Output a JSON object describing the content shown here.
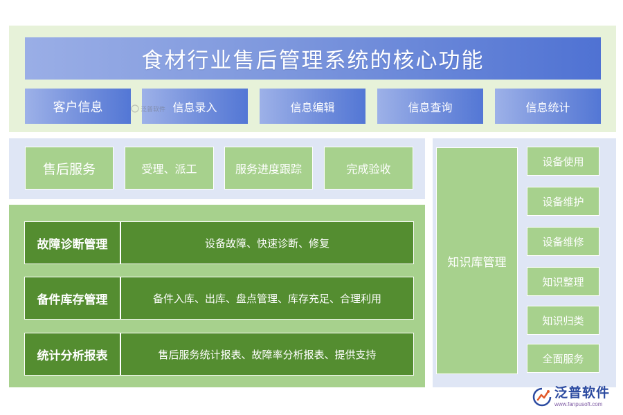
{
  "title": "食材行业售后管理系统的核心功能",
  "info_buttons": [
    "客户信息",
    "信息录入",
    "信息编辑",
    "信息查询",
    "信息统计"
  ],
  "service": {
    "label": "售后服务",
    "steps": [
      "受理、派工",
      "服务进度跟踪",
      "完成验收"
    ]
  },
  "modules": [
    {
      "name": "故障诊断管理",
      "desc": "设备故障、快速诊断、修复"
    },
    {
      "name": "备件库存管理",
      "desc": "备件入库、出库、盘点管理、库存充足、合理利用"
    },
    {
      "name": "统计分析报表",
      "desc": "售后服务统计报表、故障率分析报表、提供支持"
    }
  ],
  "knowledge_base": {
    "label": "知识库管理",
    "items": [
      "设备使用",
      "设备维护",
      "设备维修",
      "知识整理",
      "知识归类",
      "全面服务"
    ]
  },
  "watermark": {
    "text": "泛普软件"
  },
  "logo": {
    "name": "泛普软件",
    "url": "www.fanpusoft.com"
  },
  "colors": {
    "blue_accent": "#5377d5",
    "green_light": "#a7d18d",
    "green_dark": "#548d30",
    "panel_green": "#e7f2d9",
    "panel_blue": "#dfe6f5"
  }
}
